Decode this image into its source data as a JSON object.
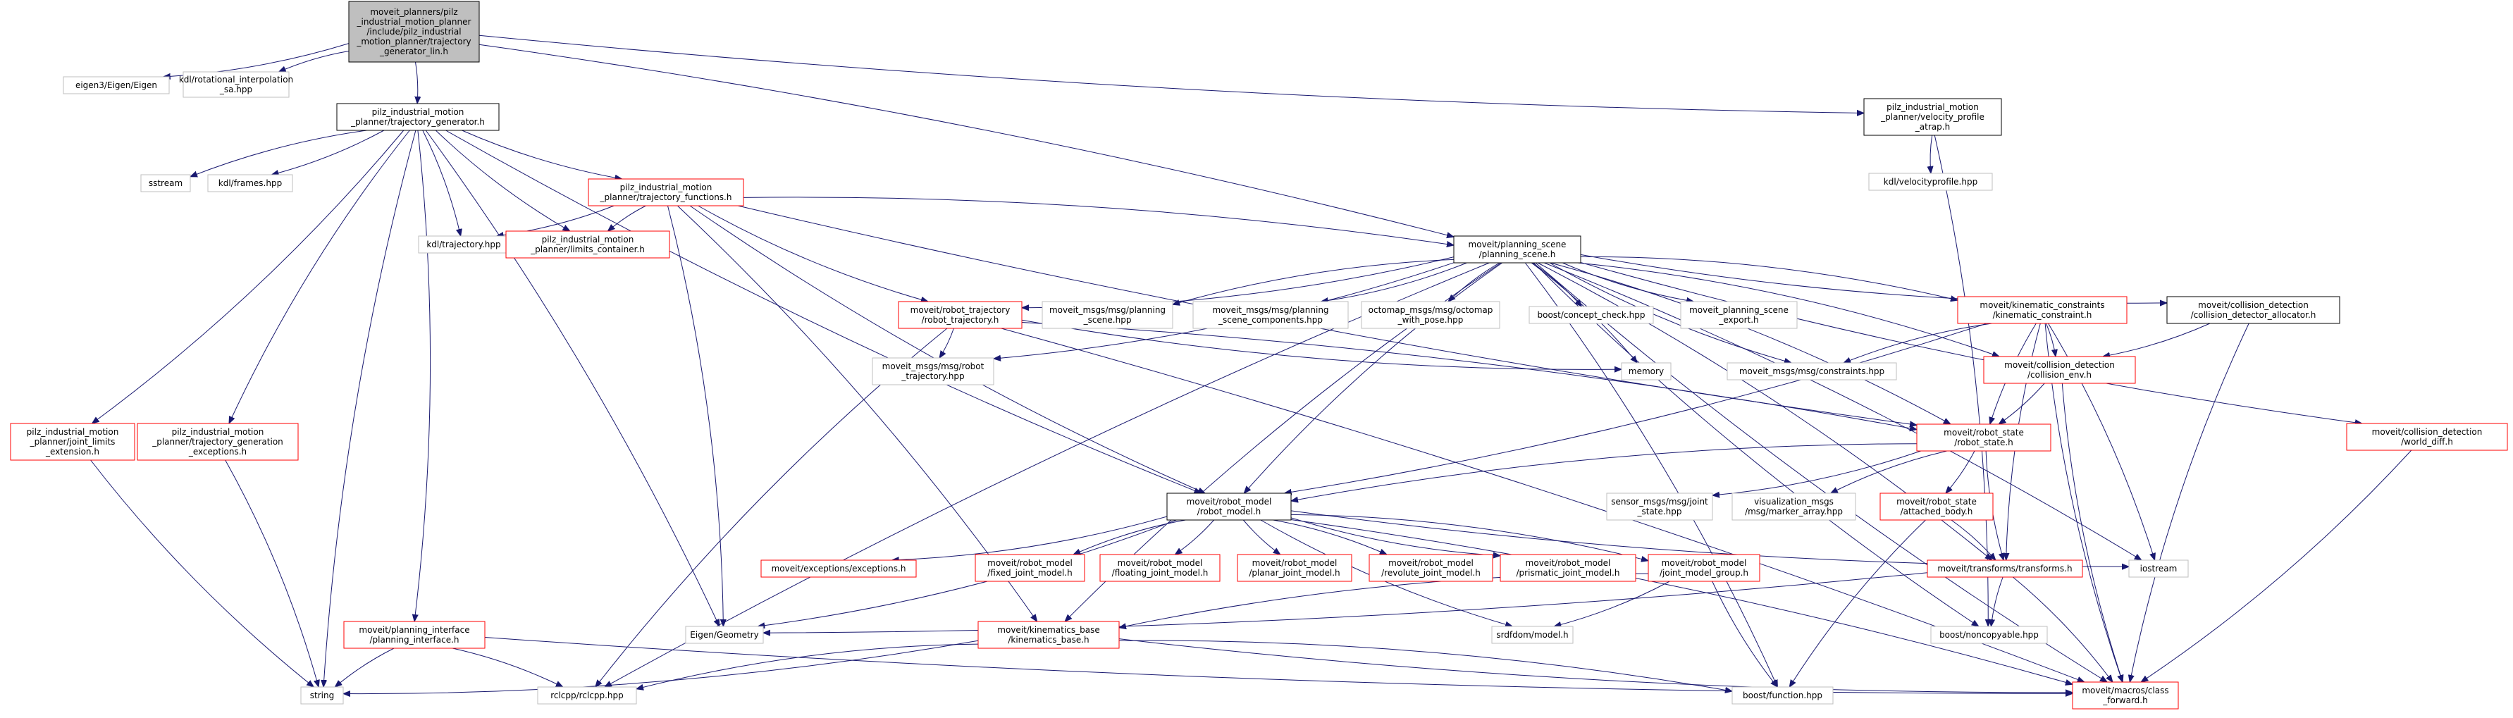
{
  "colors": {
    "edge": "#191970",
    "root_fill": "#bfbfbf",
    "root_border": "#000000",
    "documented_border": "#000000",
    "undocumented_border": "#bfbfbf",
    "red_border": "#ff0000",
    "text": "#000000",
    "background": "#ffffff"
  },
  "nodes": [
    {
      "id": "root",
      "style": "root",
      "lines": [
        "moveit_planners/pilz",
        "_industrial_motion_planner",
        "/include/pilz_industrial",
        "_motion_planner/trajectory",
        "_generator_lin.h"
      ]
    },
    {
      "id": "eigen",
      "style": "gray",
      "lines": [
        "eigen3/Eigen/Eigen"
      ]
    },
    {
      "id": "kdl_rot",
      "style": "gray",
      "lines": [
        "kdl/rotational_interpolation",
        "_sa.hpp"
      ]
    },
    {
      "id": "traj_gen",
      "style": "black",
      "lines": [
        "pilz_industrial_motion",
        "_planner/trajectory_generator.h"
      ]
    },
    {
      "id": "vel_prof",
      "style": "black",
      "lines": [
        "pilz_industrial_motion",
        "_planner/velocity_profile",
        "_atrap.h"
      ]
    },
    {
      "id": "kdl_velprof",
      "style": "gray",
      "lines": [
        "kdl/velocityprofile.hpp"
      ]
    },
    {
      "id": "sstream",
      "style": "gray",
      "lines": [
        "sstream"
      ]
    },
    {
      "id": "kdl_frames",
      "style": "gray",
      "lines": [
        "kdl/frames.hpp"
      ]
    },
    {
      "id": "traj_func",
      "style": "red",
      "lines": [
        "pilz_industrial_motion",
        "_planner/trajectory_functions.h"
      ]
    },
    {
      "id": "kdl_traj",
      "style": "gray",
      "lines": [
        "kdl/trajectory.hpp"
      ]
    },
    {
      "id": "limits_cont",
      "style": "red",
      "lines": [
        "pilz_industrial_motion",
        "_planner/limits_container.h"
      ]
    },
    {
      "id": "planning_scene",
      "style": "black",
      "lines": [
        "moveit/planning_scene",
        "/planning_scene.h"
      ]
    },
    {
      "id": "robot_traj",
      "style": "red",
      "lines": [
        "moveit/robot_trajectory",
        "/robot_trajectory.h"
      ]
    },
    {
      "id": "msg_ps",
      "style": "gray",
      "lines": [
        "moveit_msgs/msg/planning",
        "_scene.hpp"
      ]
    },
    {
      "id": "msg_psc",
      "style": "gray",
      "lines": [
        "moveit_msgs/msg/planning",
        "_scene_components.hpp"
      ]
    },
    {
      "id": "octomap",
      "style": "gray",
      "lines": [
        "octomap_msgs/msg/octomap",
        "_with_pose.hpp"
      ]
    },
    {
      "id": "concept",
      "style": "gray",
      "lines": [
        "boost/concept_check.hpp"
      ]
    },
    {
      "id": "ps_export",
      "style": "gray",
      "lines": [
        "moveit_planning_scene",
        "_export.h"
      ]
    },
    {
      "id": "kin_con",
      "style": "red",
      "lines": [
        "moveit/kinematic_constraints",
        "/kinematic_constraint.h"
      ]
    },
    {
      "id": "cd_alloc",
      "style": "black",
      "lines": [
        "moveit/collision_detection",
        "/collision_detector_allocator.h"
      ]
    },
    {
      "id": "msg_rt",
      "style": "gray",
      "lines": [
        "moveit_msgs/msg/robot",
        "_trajectory.hpp"
      ]
    },
    {
      "id": "memory",
      "style": "gray",
      "lines": [
        "memory"
      ]
    },
    {
      "id": "msg_con",
      "style": "gray",
      "lines": [
        "moveit_msgs/msg/constraints.hpp"
      ]
    },
    {
      "id": "coll_env",
      "style": "red",
      "lines": [
        "moveit/collision_detection",
        "/collision_env.h"
      ]
    },
    {
      "id": "world_diff",
      "style": "red",
      "lines": [
        "moveit/collision_detection",
        "/world_diff.h"
      ]
    },
    {
      "id": "jl_ext",
      "style": "red",
      "lines": [
        "pilz_industrial_motion",
        "_planner/joint_limits",
        "_extension.h"
      ]
    },
    {
      "id": "tg_exc",
      "style": "red",
      "lines": [
        "pilz_industrial_motion",
        "_planner/trajectory_generation",
        "_exceptions.h"
      ]
    },
    {
      "id": "robot_state",
      "style": "red",
      "lines": [
        "moveit/robot_state",
        "/robot_state.h"
      ]
    },
    {
      "id": "sensor_js",
      "style": "gray",
      "lines": [
        "sensor_msgs/msg/joint",
        "_state.hpp"
      ]
    },
    {
      "id": "vis_marker",
      "style": "gray",
      "lines": [
        "visualization_msgs",
        "/msg/marker_array.hpp"
      ]
    },
    {
      "id": "att_body",
      "style": "red",
      "lines": [
        "moveit/robot_state",
        "/attached_body.h"
      ]
    },
    {
      "id": "robot_model",
      "style": "black",
      "lines": [
        "moveit/robot_model",
        "/robot_model.h"
      ]
    },
    {
      "id": "iostream",
      "style": "gray",
      "lines": [
        "iostream"
      ]
    },
    {
      "id": "exceptions",
      "style": "red",
      "lines": [
        "moveit/exceptions/exceptions.h"
      ]
    },
    {
      "id": "fixed_jm",
      "style": "red",
      "lines": [
        "moveit/robot_model",
        "/fixed_joint_model.h"
      ]
    },
    {
      "id": "float_jm",
      "style": "red",
      "lines": [
        "moveit/robot_model",
        "/floating_joint_model.h"
      ]
    },
    {
      "id": "planar_jm",
      "style": "red",
      "lines": [
        "moveit/robot_model",
        "/planar_joint_model.h"
      ]
    },
    {
      "id": "revol_jm",
      "style": "red",
      "lines": [
        "moveit/robot_model",
        "/revolute_joint_model.h"
      ]
    },
    {
      "id": "prism_jm",
      "style": "red",
      "lines": [
        "moveit/robot_model",
        "/prismatic_joint_model.h"
      ]
    },
    {
      "id": "jmg",
      "style": "red",
      "lines": [
        "moveit/robot_model",
        "/joint_model_group.h"
      ]
    },
    {
      "id": "transforms",
      "style": "red",
      "lines": [
        "moveit/transforms/transforms.h"
      ]
    },
    {
      "id": "planning_if",
      "style": "red",
      "lines": [
        "moveit/planning_interface",
        "/planning_interface.h"
      ]
    },
    {
      "id": "eigen_geo",
      "style": "gray",
      "lines": [
        "Eigen/Geometry"
      ]
    },
    {
      "id": "kin_base",
      "style": "red",
      "lines": [
        "moveit/kinematics_base",
        "/kinematics_base.h"
      ]
    },
    {
      "id": "srdf",
      "style": "gray",
      "lines": [
        "srdfdom/model.h"
      ]
    },
    {
      "id": "noncopy",
      "style": "gray",
      "lines": [
        "boost/noncopyable.hpp"
      ]
    },
    {
      "id": "string",
      "style": "gray",
      "lines": [
        "string"
      ]
    },
    {
      "id": "rclcpp",
      "style": "gray",
      "lines": [
        "rclcpp/rclcpp.hpp"
      ]
    },
    {
      "id": "boost_fn",
      "style": "gray",
      "lines": [
        "boost/function.hpp"
      ]
    },
    {
      "id": "class_fwd",
      "style": "red",
      "lines": [
        "moveit/macros/class",
        "_forward.h"
      ]
    }
  ],
  "edges": [
    [
      "root",
      "eigen"
    ],
    [
      "root",
      "kdl_rot"
    ],
    [
      "root",
      "traj_gen"
    ],
    [
      "root",
      "vel_prof"
    ],
    [
      "root",
      "planning_scene"
    ],
    [
      "vel_prof",
      "kdl_velprof"
    ],
    [
      "vel_prof",
      "noncopy"
    ],
    [
      "traj_gen",
      "sstream"
    ],
    [
      "traj_gen",
      "kdl_frames"
    ],
    [
      "traj_gen",
      "traj_func"
    ],
    [
      "traj_gen",
      "kdl_traj"
    ],
    [
      "traj_gen",
      "limits_cont"
    ],
    [
      "traj_gen",
      "jl_ext"
    ],
    [
      "traj_gen",
      "tg_exc"
    ],
    [
      "traj_gen",
      "planning_if"
    ],
    [
      "traj_gen",
      "string"
    ],
    [
      "traj_gen",
      "eigen_geo"
    ],
    [
      "traj_gen",
      "robot_model"
    ],
    [
      "traj_func",
      "kdl_traj"
    ],
    [
      "traj_func",
      "limits_cont"
    ],
    [
      "traj_func",
      "planning_scene"
    ],
    [
      "traj_func",
      "robot_traj"
    ],
    [
      "traj_func",
      "eigen_geo"
    ],
    [
      "traj_func",
      "robot_model"
    ],
    [
      "traj_func",
      "kin_base"
    ],
    [
      "traj_func",
      "robot_state"
    ],
    [
      "planning_scene",
      "robot_traj"
    ],
    [
      "planning_scene",
      "msg_ps"
    ],
    [
      "planning_scene",
      "msg_psc"
    ],
    [
      "planning_scene",
      "octomap"
    ],
    [
      "planning_scene",
      "concept"
    ],
    [
      "planning_scene",
      "ps_export"
    ],
    [
      "planning_scene",
      "kin_con"
    ],
    [
      "planning_scene",
      "cd_alloc"
    ],
    [
      "planning_scene",
      "memory"
    ],
    [
      "planning_scene",
      "msg_con"
    ],
    [
      "planning_scene",
      "coll_env"
    ],
    [
      "planning_scene",
      "world_diff"
    ],
    [
      "planning_scene",
      "robot_state"
    ],
    [
      "planning_scene",
      "robot_model"
    ],
    [
      "planning_scene",
      "msg_rt"
    ],
    [
      "planning_scene",
      "rclcpp"
    ],
    [
      "planning_scene",
      "boost_fn"
    ],
    [
      "planning_scene",
      "class_fwd"
    ],
    [
      "planning_scene",
      "iostream"
    ],
    [
      "planning_scene",
      "noncopy"
    ],
    [
      "planning_scene",
      "transforms"
    ],
    [
      "planning_scene",
      "kin_base"
    ],
    [
      "robot_traj",
      "msg_rt"
    ],
    [
      "robot_traj",
      "memory"
    ],
    [
      "robot_traj",
      "robot_state"
    ],
    [
      "robot_traj",
      "rclcpp"
    ],
    [
      "robot_traj",
      "class_fwd"
    ],
    [
      "kin_con",
      "msg_con"
    ],
    [
      "kin_con",
      "coll_env"
    ],
    [
      "kin_con",
      "robot_state"
    ],
    [
      "kin_con",
      "robot_model"
    ],
    [
      "kin_con",
      "transforms"
    ],
    [
      "kin_con",
      "iostream"
    ],
    [
      "kin_con",
      "class_fwd"
    ],
    [
      "cd_alloc",
      "coll_env"
    ],
    [
      "cd_alloc",
      "class_fwd"
    ],
    [
      "coll_env",
      "robot_state"
    ],
    [
      "coll_env",
      "class_fwd"
    ],
    [
      "world_diff",
      "class_fwd"
    ],
    [
      "jl_ext",
      "string"
    ],
    [
      "tg_exc",
      "string"
    ],
    [
      "robot_state",
      "robot_model"
    ],
    [
      "robot_state",
      "sensor_js"
    ],
    [
      "robot_state",
      "vis_marker"
    ],
    [
      "robot_state",
      "att_body"
    ],
    [
      "robot_state",
      "transforms"
    ],
    [
      "att_body",
      "transforms"
    ],
    [
      "att_body",
      "boost_fn"
    ],
    [
      "robot_model",
      "exceptions"
    ],
    [
      "robot_model",
      "fixed_jm"
    ],
    [
      "robot_model",
      "float_jm"
    ],
    [
      "robot_model",
      "planar_jm"
    ],
    [
      "robot_model",
      "revol_jm"
    ],
    [
      "robot_model",
      "prism_jm"
    ],
    [
      "robot_model",
      "jmg"
    ],
    [
      "robot_model",
      "iostream"
    ],
    [
      "robot_model",
      "eigen_geo"
    ],
    [
      "robot_model",
      "srdf"
    ],
    [
      "robot_model",
      "class_fwd"
    ],
    [
      "jmg",
      "kin_base"
    ],
    [
      "jmg",
      "srdf"
    ],
    [
      "jmg",
      "boost_fn"
    ],
    [
      "transforms",
      "eigen_geo"
    ],
    [
      "transforms",
      "noncopy"
    ],
    [
      "transforms",
      "class_fwd"
    ],
    [
      "planning_if",
      "string"
    ],
    [
      "planning_if",
      "rclcpp"
    ],
    [
      "planning_if",
      "class_fwd"
    ],
    [
      "kin_base",
      "string"
    ],
    [
      "kin_base",
      "rclcpp"
    ],
    [
      "kin_base",
      "boost_fn"
    ],
    [
      "kin_base",
      "class_fwd"
    ]
  ]
}
